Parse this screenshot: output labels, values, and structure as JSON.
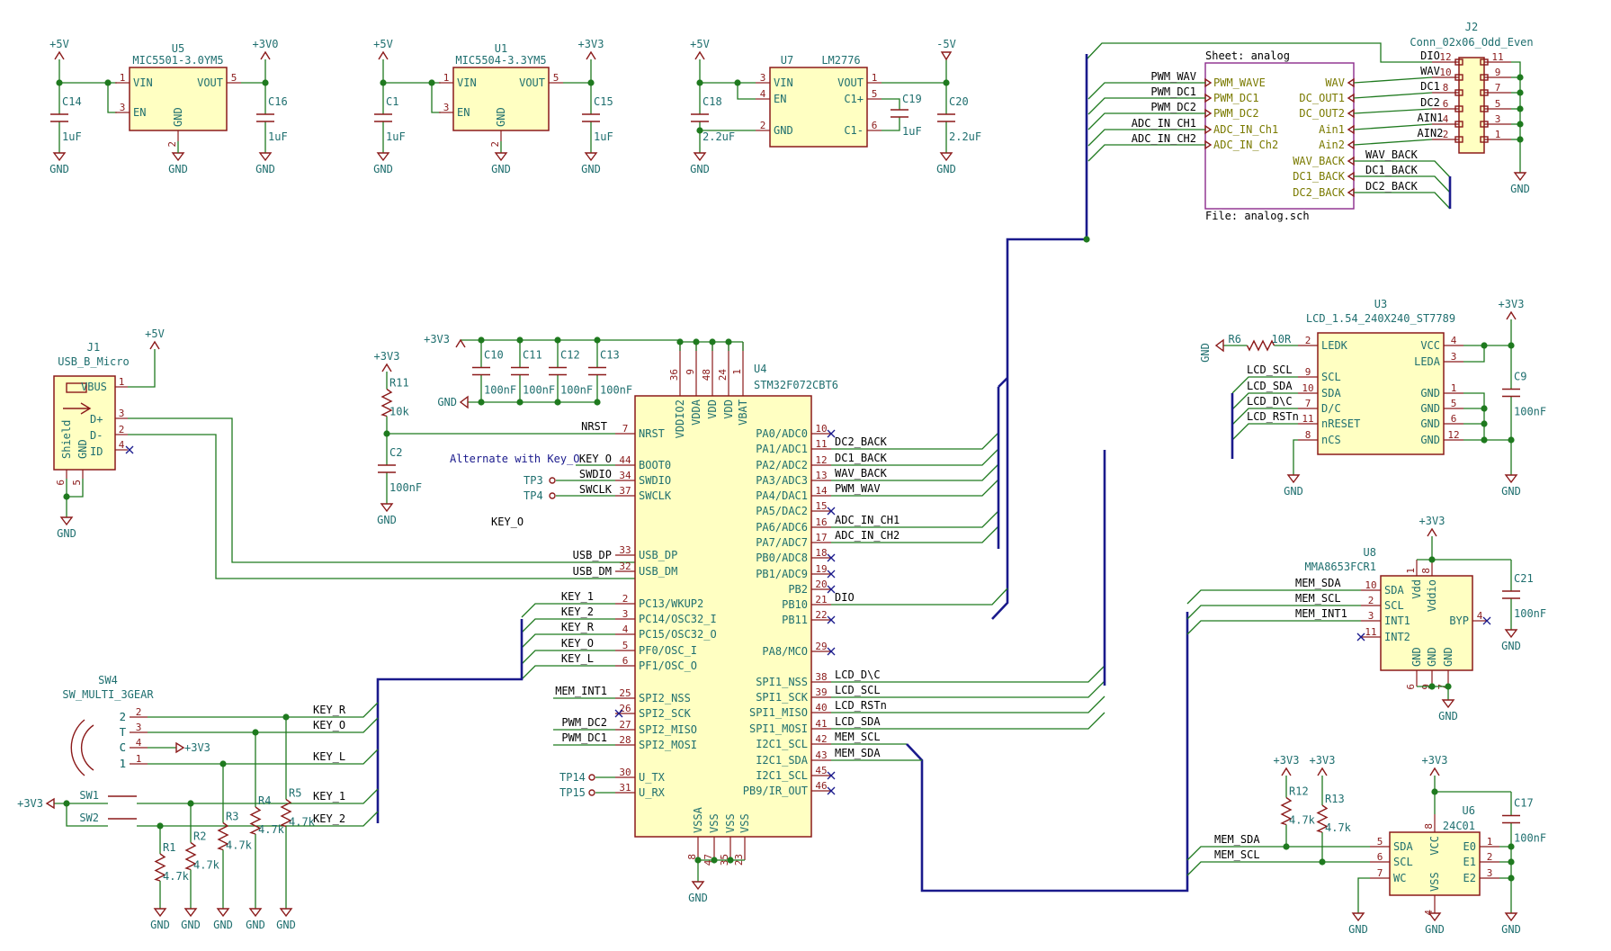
{
  "power": {
    "p5v": "+5V",
    "p3v0": "+3V0",
    "p3v3": "+3V3",
    "m5v": "-5V",
    "gnd": "GND"
  },
  "regulators": {
    "u5": {
      "ref": "U5",
      "value": "MIC5501-3.0YM5",
      "vin": "VIN",
      "en": "EN",
      "vout": "VOUT",
      "gnd": "GND",
      "p1": "1",
      "p3": "3",
      "p5": "5",
      "p2": "2"
    },
    "u1": {
      "ref": "U1",
      "value": "MIC5504-3.3YM5",
      "vin": "VIN",
      "en": "EN",
      "vout": "VOUT",
      "gnd": "GND",
      "p1": "1",
      "p3": "3",
      "p5": "5",
      "p2": "2"
    },
    "u7": {
      "ref": "U7",
      "value": "LM2776",
      "vin": "VIN",
      "en": "EN",
      "gnd": "GND",
      "vout": "VOUT",
      "c1p": "C1+",
      "c1m": "C1-",
      "p3": "3",
      "p4": "4",
      "p2": "2",
      "p1": "1",
      "p5": "5",
      "p6": "6"
    }
  },
  "caps": {
    "c14": {
      "ref": "C14",
      "value": "1uF"
    },
    "c16": {
      "ref": "C16",
      "value": "1uF"
    },
    "c1": {
      "ref": "C1",
      "value": "1uF"
    },
    "c15": {
      "ref": "C15",
      "value": "1uF"
    },
    "c18": {
      "ref": "C18",
      "value": "2.2uF"
    },
    "c19": {
      "ref": "C19",
      "value": "1uF"
    },
    "c20": {
      "ref": "C20",
      "value": "2.2uF"
    },
    "c10": {
      "ref": "C10",
      "value": "100nF"
    },
    "c11": {
      "ref": "C11",
      "value": "100nF"
    },
    "c12": {
      "ref": "C12",
      "value": "100nF"
    },
    "c13": {
      "ref": "C13",
      "value": "100nF"
    },
    "c2": {
      "ref": "C2",
      "value": "100nF"
    },
    "c9": {
      "ref": "C9",
      "value": "100nF"
    },
    "c21": {
      "ref": "C21",
      "value": "100nF"
    },
    "c17": {
      "ref": "C17",
      "value": "100nF"
    }
  },
  "resistors": {
    "r11": {
      "ref": "R11",
      "value": "10k"
    },
    "r6": {
      "ref": "R6",
      "value": "10R"
    },
    "r12": {
      "ref": "R12",
      "value": "4.7k"
    },
    "r13": {
      "ref": "R13",
      "value": "4.7k"
    },
    "r1": {
      "ref": "R1",
      "value": "4.7k"
    },
    "r2": {
      "ref": "R2",
      "value": "4.7k"
    },
    "r3": {
      "ref": "R3",
      "value": "4.7k"
    },
    "r4": {
      "ref": "R4",
      "value": "4.7k"
    },
    "r5": {
      "ref": "R5",
      "value": "4.7k"
    }
  },
  "sheet": {
    "title": "Sheet: analog",
    "file": "File: analog.sch",
    "in_pins": [
      "PWM_WAVE",
      "PWM_DC1",
      "PWM_DC2",
      "ADC_IN_Ch1",
      "ADC_IN_Ch2"
    ],
    "out_pins": [
      "WAV",
      "DC_OUT1",
      "DC_OUT2",
      "Ain1",
      "Ain2",
      "WAV_BACK",
      "DC1_BACK",
      "DC2_BACK"
    ],
    "in_labels": [
      "PWM_WAV",
      "PWM_DC1",
      "PWM_DC2",
      "ADC_IN_CH1",
      "ADC_IN_CH2"
    ],
    "back_labels": [
      "WAV_BACK",
      "DC1_BACK",
      "DC2_BACK"
    ]
  },
  "j2": {
    "ref": "J2",
    "value": "Conn_02x06_Odd_Even",
    "left_pins": [
      "12",
      "10",
      "8",
      "6",
      "4",
      "2"
    ],
    "right_pins": [
      "11",
      "9",
      "7",
      "5",
      "3",
      "1"
    ],
    "nets": [
      "DIO",
      "WAV",
      "DC1",
      "DC2",
      "AIN1",
      "AIN2"
    ]
  },
  "j1": {
    "ref": "J1",
    "value": "USB_B_Micro",
    "vbus": "VBUS",
    "dp": "D+",
    "dm": "D-",
    "id": "ID",
    "shield": "Shield",
    "gnd": "GND",
    "p1": "1",
    "p3": "3",
    "p2": "2",
    "p4": "4",
    "p6": "6",
    "p5": "5"
  },
  "u4": {
    "ref": "U4",
    "value": "STM32F072CBT6",
    "top_pins": [
      {
        "n": "36",
        "name": "VDDIO2"
      },
      {
        "n": "9",
        "name": "VDDA"
      },
      {
        "n": "48",
        "name": "VDD"
      },
      {
        "n": "24",
        "name": "VDD"
      },
      {
        "n": "1",
        "name": "VBAT"
      }
    ],
    "bottom_pins": [
      {
        "n": "8",
        "name": "VSSA"
      },
      {
        "n": "47",
        "name": "VSS"
      },
      {
        "n": "35",
        "name": "VSS"
      },
      {
        "n": "23",
        "name": "VSS"
      }
    ],
    "left_pins": [
      {
        "n": "7",
        "name": "NRST",
        "net": "NRST"
      },
      {
        "n": "44",
        "name": "BOOT0",
        "net": "KEY_O"
      },
      {
        "n": "34",
        "name": "SWDIO",
        "net": "SWDIO"
      },
      {
        "n": "37",
        "name": "SWCLK",
        "net": "SWCLK"
      },
      {
        "n": "33",
        "name": "USB_DP",
        "net": "USB_DP"
      },
      {
        "n": "32",
        "name": "USB_DM",
        "net": "USB_DM"
      },
      {
        "n": "2",
        "name": "PC13/WKUP2",
        "net": "KEY_1"
      },
      {
        "n": "3",
        "name": "PC14/OSC32_I",
        "net": "KEY_2"
      },
      {
        "n": "4",
        "name": "PC15/OSC32_O",
        "net": "KEY_R"
      },
      {
        "n": "5",
        "name": "PF0/OSC_I",
        "net": "KEY_O"
      },
      {
        "n": "6",
        "name": "PF1/OSC_O",
        "net": "KEY_L"
      },
      {
        "n": "25",
        "name": "SPI2_NSS",
        "net": "MEM_INT1"
      },
      {
        "n": "26",
        "name": "SPI2_SCK",
        "net": ""
      },
      {
        "n": "27",
        "name": "SPI2_MISO",
        "net": "PWM_DC2"
      },
      {
        "n": "28",
        "name": "SPI2_MOSI",
        "net": "PWM_DC1"
      },
      {
        "n": "30",
        "name": "U_TX",
        "net": ""
      },
      {
        "n": "31",
        "name": "U_RX",
        "net": ""
      }
    ],
    "right_pins": [
      {
        "n": "10",
        "name": "PA0/ADC0",
        "net": ""
      },
      {
        "n": "11",
        "name": "PA1/ADC1",
        "net": "DC2_BACK"
      },
      {
        "n": "12",
        "name": "PA2/ADC2",
        "net": "DC1_BACK"
      },
      {
        "n": "13",
        "name": "PA3/ADC3",
        "net": "WAV_BACK"
      },
      {
        "n": "14",
        "name": "PA4/DAC1",
        "net": "PWM_WAV"
      },
      {
        "n": "15",
        "name": "PA5/DAC2",
        "net": ""
      },
      {
        "n": "16",
        "name": "PA6/ADC6",
        "net": "ADC_IN_CH1"
      },
      {
        "n": "17",
        "name": "PA7/ADC7",
        "net": "ADC_IN_CH2"
      },
      {
        "n": "18",
        "name": "PB0/ADC8",
        "net": ""
      },
      {
        "n": "19",
        "name": "PB1/ADC9",
        "net": ""
      },
      {
        "n": "20",
        "name": "PB2",
        "net": ""
      },
      {
        "n": "21",
        "name": "PB10",
        "net": "DIO"
      },
      {
        "n": "22",
        "name": "PB11",
        "net": ""
      },
      {
        "n": "29",
        "name": "PA8/MCO",
        "net": ""
      },
      {
        "n": "38",
        "name": "SPI1_NSS",
        "net": "LCD_D\\C"
      },
      {
        "n": "39",
        "name": "SPI1_SCK",
        "net": "LCD_SCL"
      },
      {
        "n": "40",
        "name": "SPI1_MISO",
        "net": "LCD_RSTn"
      },
      {
        "n": "41",
        "name": "SPI1_MOSI",
        "net": "LCD_SDA"
      },
      {
        "n": "42",
        "name": "I2C1_SCL",
        "net": "MEM_SCL"
      },
      {
        "n": "43",
        "name": "I2C1_SDA",
        "net": "MEM_SDA"
      },
      {
        "n": "45",
        "name": "I2C1_SCL",
        "net": ""
      },
      {
        "n": "46",
        "name": "PB9/IR_OUT",
        "net": ""
      }
    ],
    "note": "Alternate with Key_O",
    "key_o_label": "KEY_O"
  },
  "tps": {
    "tp3": "TP3",
    "tp4": "TP4",
    "tp14": "TP14",
    "tp15": "TP15"
  },
  "u3": {
    "ref": "U3",
    "value": "LCD_1.54_240X240_ST7789",
    "left": [
      {
        "n": "2",
        "name": "LEDK"
      },
      {
        "n": "9",
        "name": "SCL",
        "net": "LCD_SCL"
      },
      {
        "n": "10",
        "name": "SDA",
        "net": "LCD_SDA"
      },
      {
        "n": "7",
        "name": "D/C",
        "net": "LCD_D\\C"
      },
      {
        "n": "11",
        "name": "nRESET",
        "net": "LCD_RSTn"
      },
      {
        "n": "8",
        "name": "nCS"
      }
    ],
    "right": [
      {
        "n": "4",
        "name": "VCC"
      },
      {
        "n": "3",
        "name": "LEDA"
      },
      {
        "n": "1",
        "name": "GND"
      },
      {
        "n": "5",
        "name": "GND"
      },
      {
        "n": "6",
        "name": "GND"
      },
      {
        "n": "12",
        "name": "GND"
      }
    ]
  },
  "u8": {
    "ref": "U8",
    "value": "MMA8653FCR1",
    "left": [
      {
        "n": "10",
        "name": "SDA",
        "net": "MEM_SDA"
      },
      {
        "n": "2",
        "name": "SCL",
        "net": "MEM_SCL"
      },
      {
        "n": "3",
        "name": "INT1",
        "net": "MEM_INT1"
      },
      {
        "n": "11",
        "name": "INT2"
      }
    ],
    "top": [
      {
        "n": "1",
        "name": "Vdd"
      },
      {
        "n": "8",
        "name": "Vddio"
      }
    ],
    "byp": {
      "n": "4",
      "name": "BYP"
    },
    "bottom": [
      {
        "n": "6",
        "name": "GND"
      },
      {
        "n": "9",
        "name": "GND"
      },
      {
        "n": "7",
        "name": "GND"
      }
    ]
  },
  "u6": {
    "ref": "U6",
    "value": "24C01",
    "left": [
      {
        "n": "5",
        "name": "SDA",
        "net": "MEM_SDA"
      },
      {
        "n": "6",
        "name": "SCL",
        "net": "MEM_SCL"
      },
      {
        "n": "7",
        "name": "WC"
      }
    ],
    "right": [
      {
        "n": "1",
        "name": "E0"
      },
      {
        "n": "2",
        "name": "E1"
      },
      {
        "n": "3",
        "name": "E2"
      }
    ],
    "vcc": {
      "n": "8",
      "name": "VCC"
    },
    "vss": {
      "n": "4",
      "name": "VSS"
    }
  },
  "sw4": {
    "ref": "SW4",
    "value": "SW_MULTI_3GEAR",
    "pins": [
      {
        "n": "2",
        "name": "2",
        "net": "KEY_R"
      },
      {
        "n": "3",
        "name": "T",
        "net": "KEY_O"
      },
      {
        "n": "4",
        "name": "C",
        "net": "+3V3"
      },
      {
        "n": "1",
        "name": "1",
        "net": "KEY_L"
      }
    ]
  },
  "sw1": {
    "ref": "SW1",
    "net": "KEY_1"
  },
  "sw2": {
    "ref": "SW2",
    "net": "KEY_2"
  },
  "misc": {
    "nrst": "NRST"
  }
}
